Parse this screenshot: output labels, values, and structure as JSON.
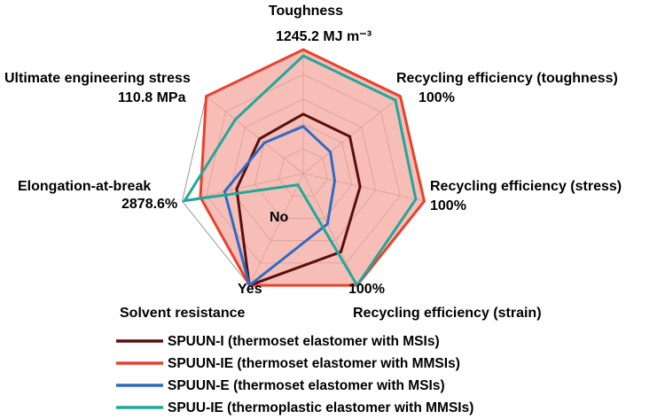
{
  "chart_data": {
    "type": "radar",
    "axes": [
      {
        "name": "Toughness",
        "value_label": "1245.2 MJ m⁻³"
      },
      {
        "name": "Recycling efficiency (toughness)",
        "value_label": "100%"
      },
      {
        "name": "Recycling efficiency (stress)",
        "value_label": "100%"
      },
      {
        "name": "Recycling efficiency (strain)",
        "value_label": "100%"
      },
      {
        "name": "Solvent resistance",
        "value_label": "Yes"
      },
      {
        "name": "Elongation-at-break",
        "value_label": "2878.6%"
      },
      {
        "name": "Ultimate engineering stress",
        "value_label": "110.8 MPa"
      }
    ],
    "center_label": "No",
    "scale": [
      0,
      1
    ],
    "grid_levels": 5,
    "series": [
      {
        "name": "SPUUN-I (thermoset elastomer with MSIs)",
        "color": "#5a0f0f",
        "fill": false,
        "values": [
          0.48,
          0.48,
          0.47,
          0.7,
          1.0,
          0.55,
          0.45
        ]
      },
      {
        "name": "SPUUN-IE (thermoset elastomer with MMSIs)",
        "color": "#e8412c",
        "fill": true,
        "fill_color": "#f4a8a0",
        "values": [
          1.0,
          1.0,
          1.0,
          1.0,
          1.0,
          0.85,
          1.0
        ]
      },
      {
        "name": "SPUUN-E (thermoset elastomer with MSIs)",
        "color": "#2e6bc2",
        "fill": false,
        "values": [
          0.38,
          0.28,
          0.26,
          0.45,
          1.0,
          0.65,
          0.4
        ]
      },
      {
        "name": "SPUU-IE (thermoplastic elastomer with MMSIs)",
        "color": "#1fa89a",
        "fill": false,
        "values": [
          0.95,
          0.95,
          0.93,
          1.0,
          0.1,
          0.98,
          0.7
        ]
      }
    ]
  }
}
